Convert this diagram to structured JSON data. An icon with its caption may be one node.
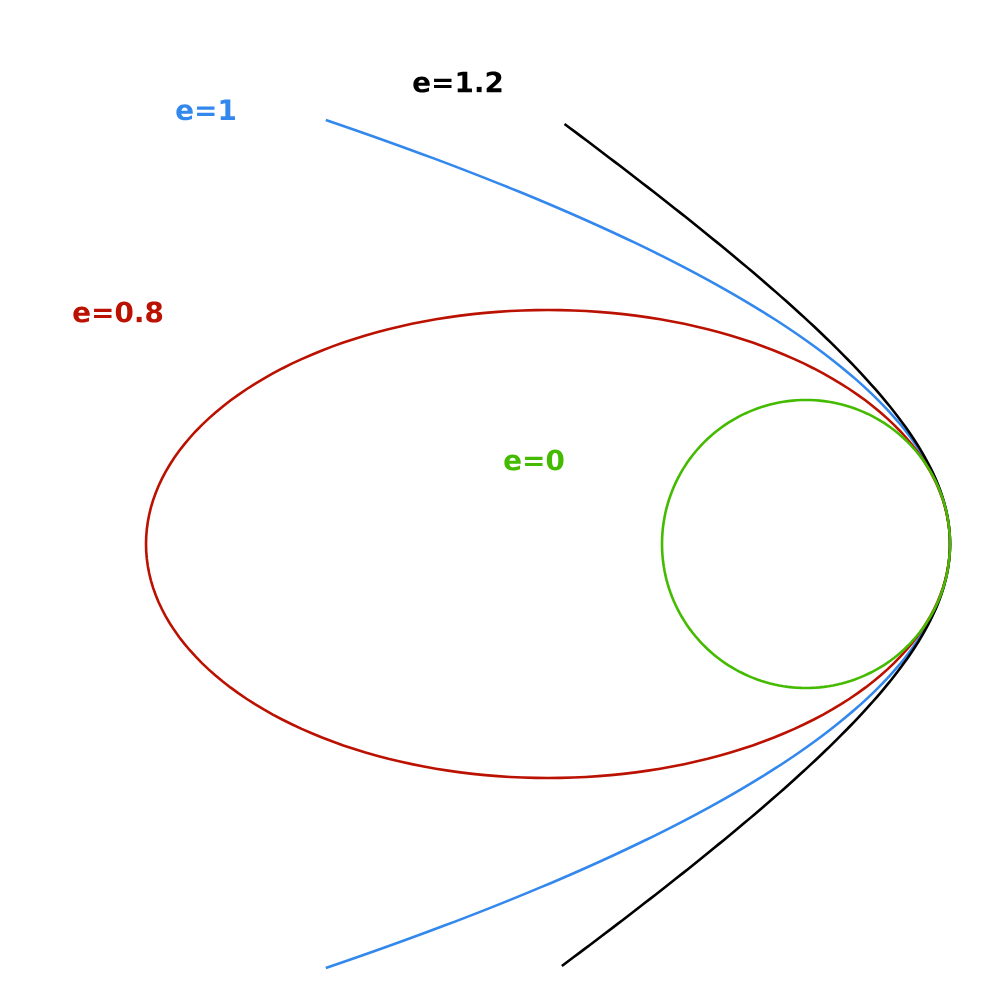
{
  "diagram": {
    "labels": [
      "e=1",
      "e=1.2",
      "e=0.8",
      "e=0"
    ]
  }
}
